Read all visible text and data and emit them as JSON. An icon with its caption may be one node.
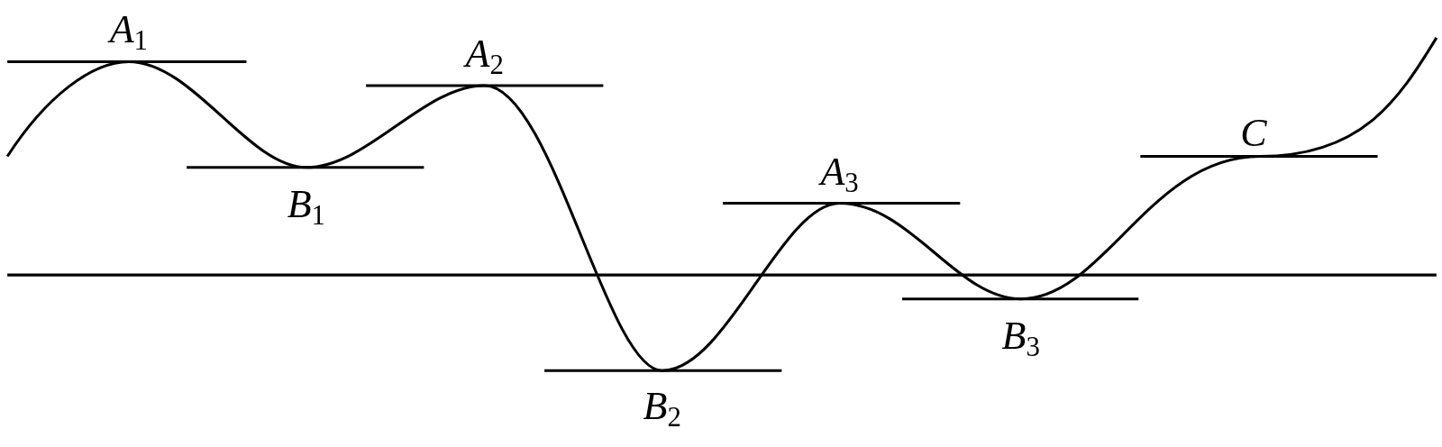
{
  "diagram": {
    "labels": [
      "*A*$_{1}$",
      "*A*$_{2}$",
      "*B*$_{1}$",
      "*C*",
      "*A*$_{3}$",
      "*B*$_{3}$",
      "*B*$_{2}$"
    ]
  }
}
